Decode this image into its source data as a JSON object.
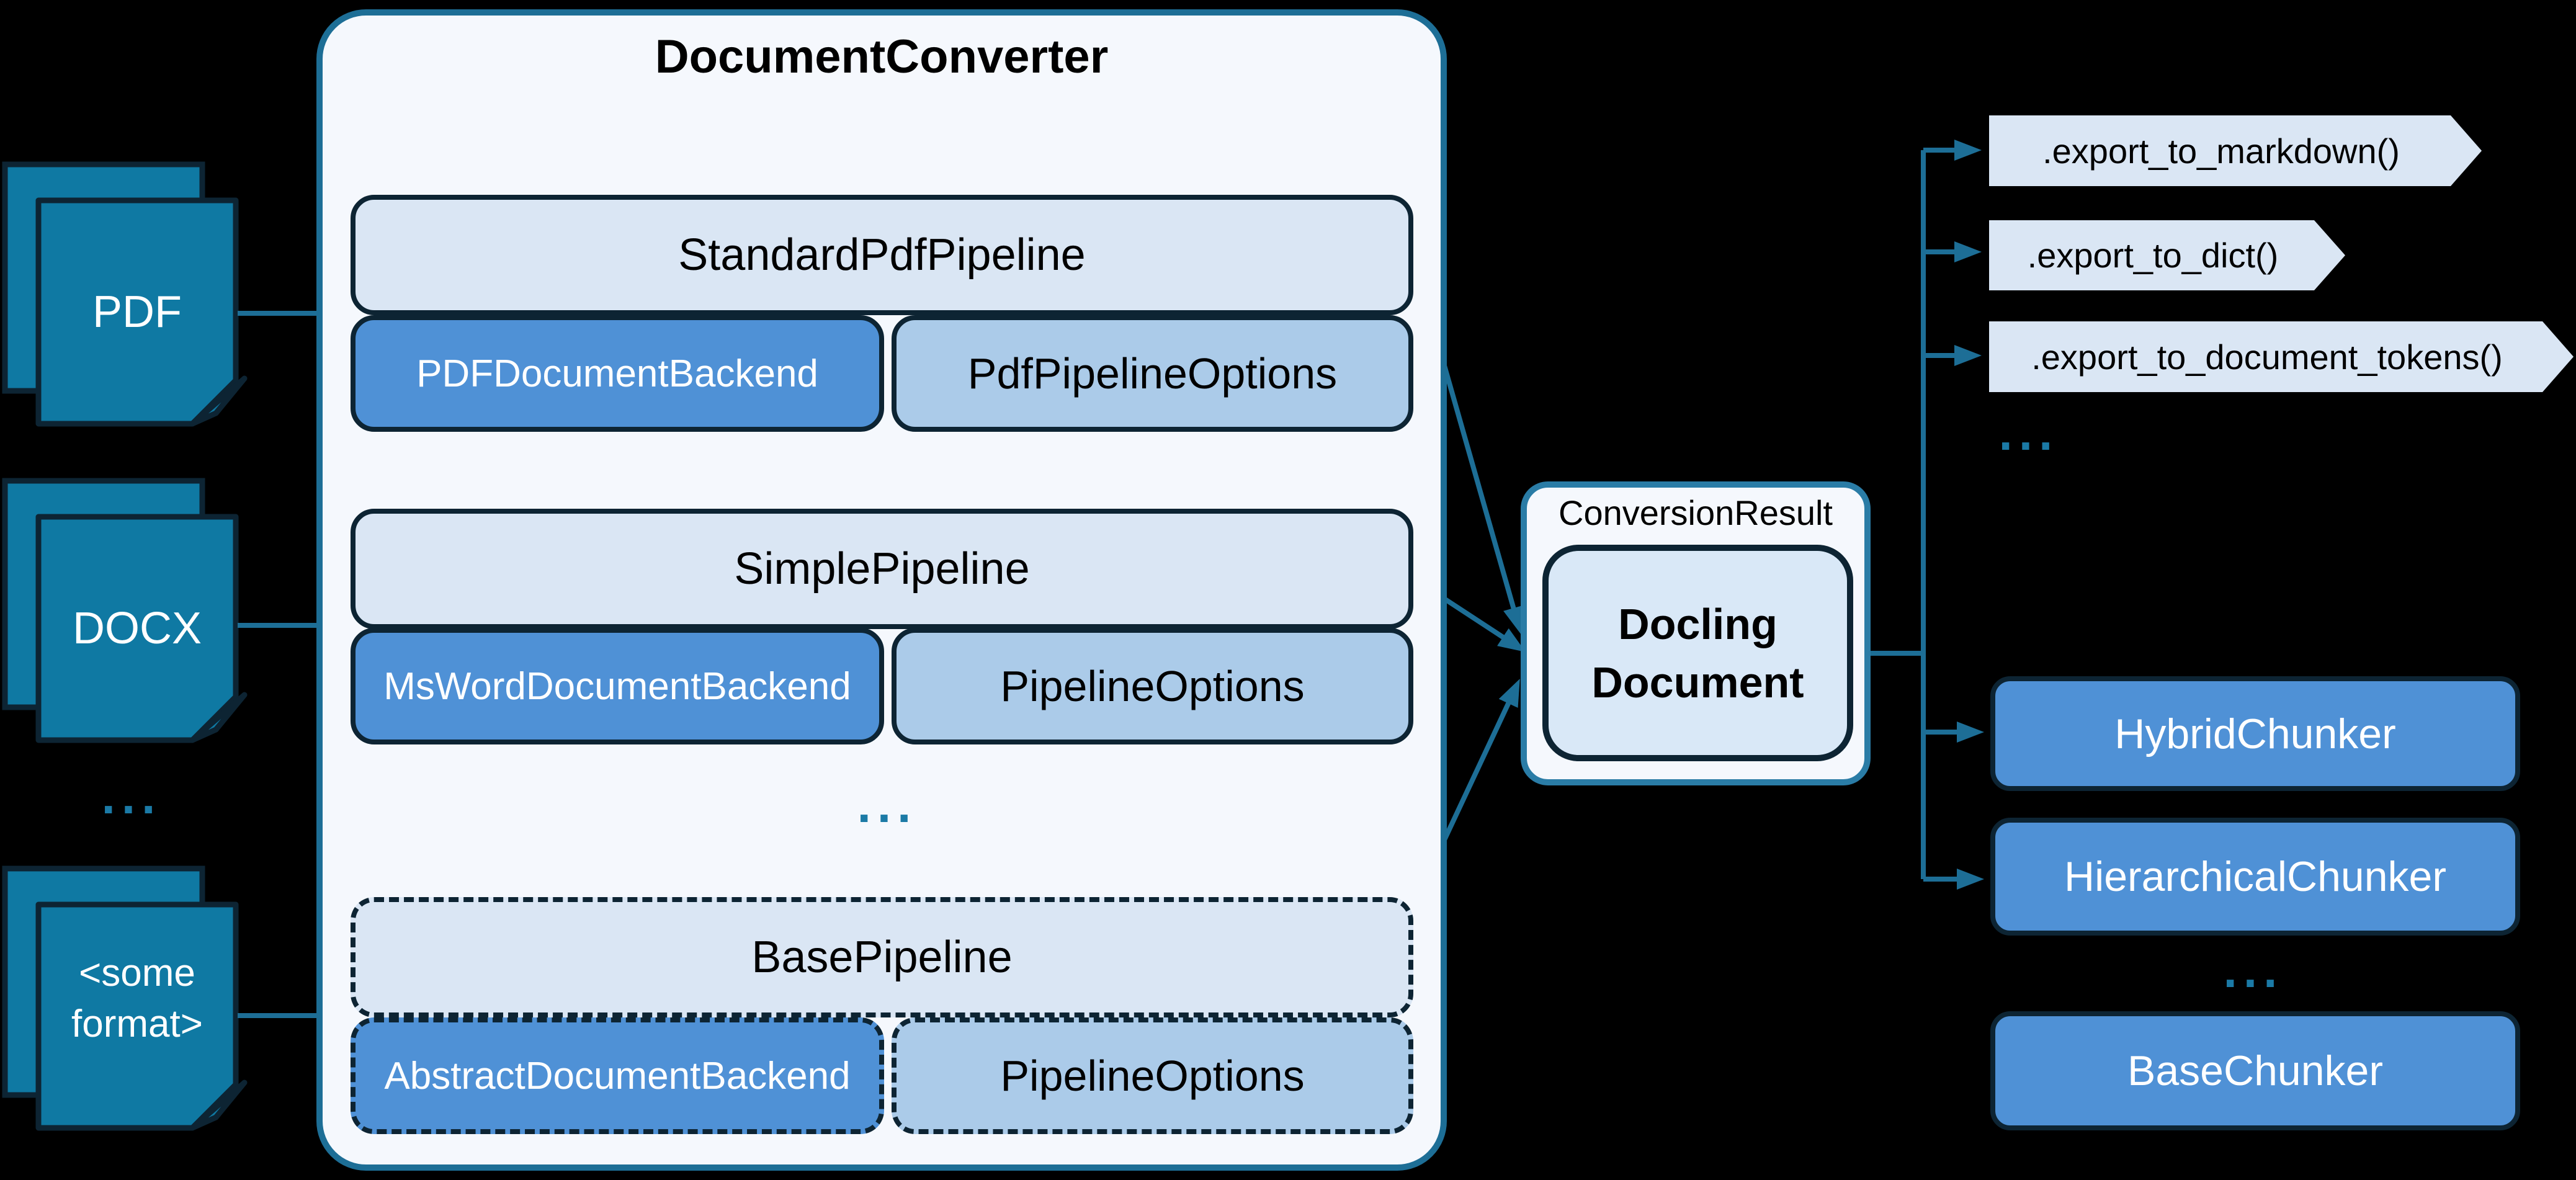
{
  "palette": {
    "background": "#000000",
    "panel_bg": "#f5f8fd",
    "panel_border": "#1d6e96",
    "box_light_blue": "#dae6f4",
    "box_medium_blue": "#4f91d6",
    "box_options_blue": "#abcbe9",
    "box_dark_border": "#0d2433",
    "page_teal": "#0f79a3",
    "connector_teal": "#1d6e96",
    "ellipsis_teal": "#1b7aa6",
    "text_dark": "#000000",
    "text_light": "#ffffff"
  },
  "sources": {
    "items": [
      {
        "label": "PDF"
      },
      {
        "label": "DOCX"
      },
      {
        "label": "<some format>"
      }
    ],
    "ellipsis": "..."
  },
  "converter": {
    "title": "DocumentConverter",
    "groups": [
      {
        "pipeline": "StandardPdfPipeline",
        "backend": "PDFDocumentBackend",
        "options": "PdfPipelineOptions"
      },
      {
        "pipeline": "SimplePipeline",
        "backend": "MsWordDocumentBackend",
        "options": "PipelineOptions"
      },
      {
        "pipeline": "BasePipeline",
        "backend": "AbstractDocumentBackend",
        "options": "PipelineOptions"
      }
    ],
    "ellipsis": "..."
  },
  "result": {
    "label": "ConversionResult",
    "document_label": "Docling Document"
  },
  "exports": {
    "items": [
      {
        "label": ".export_to_markdown()"
      },
      {
        "label": ".export_to_dict()"
      },
      {
        "label": ".export_to_document_tokens()"
      }
    ],
    "ellipsis": "..."
  },
  "chunkers": {
    "items": [
      {
        "label": "HybridChunker"
      },
      {
        "label": "HierarchicalChunker"
      },
      {
        "label": "BaseChunker"
      }
    ],
    "ellipsis": "..."
  }
}
